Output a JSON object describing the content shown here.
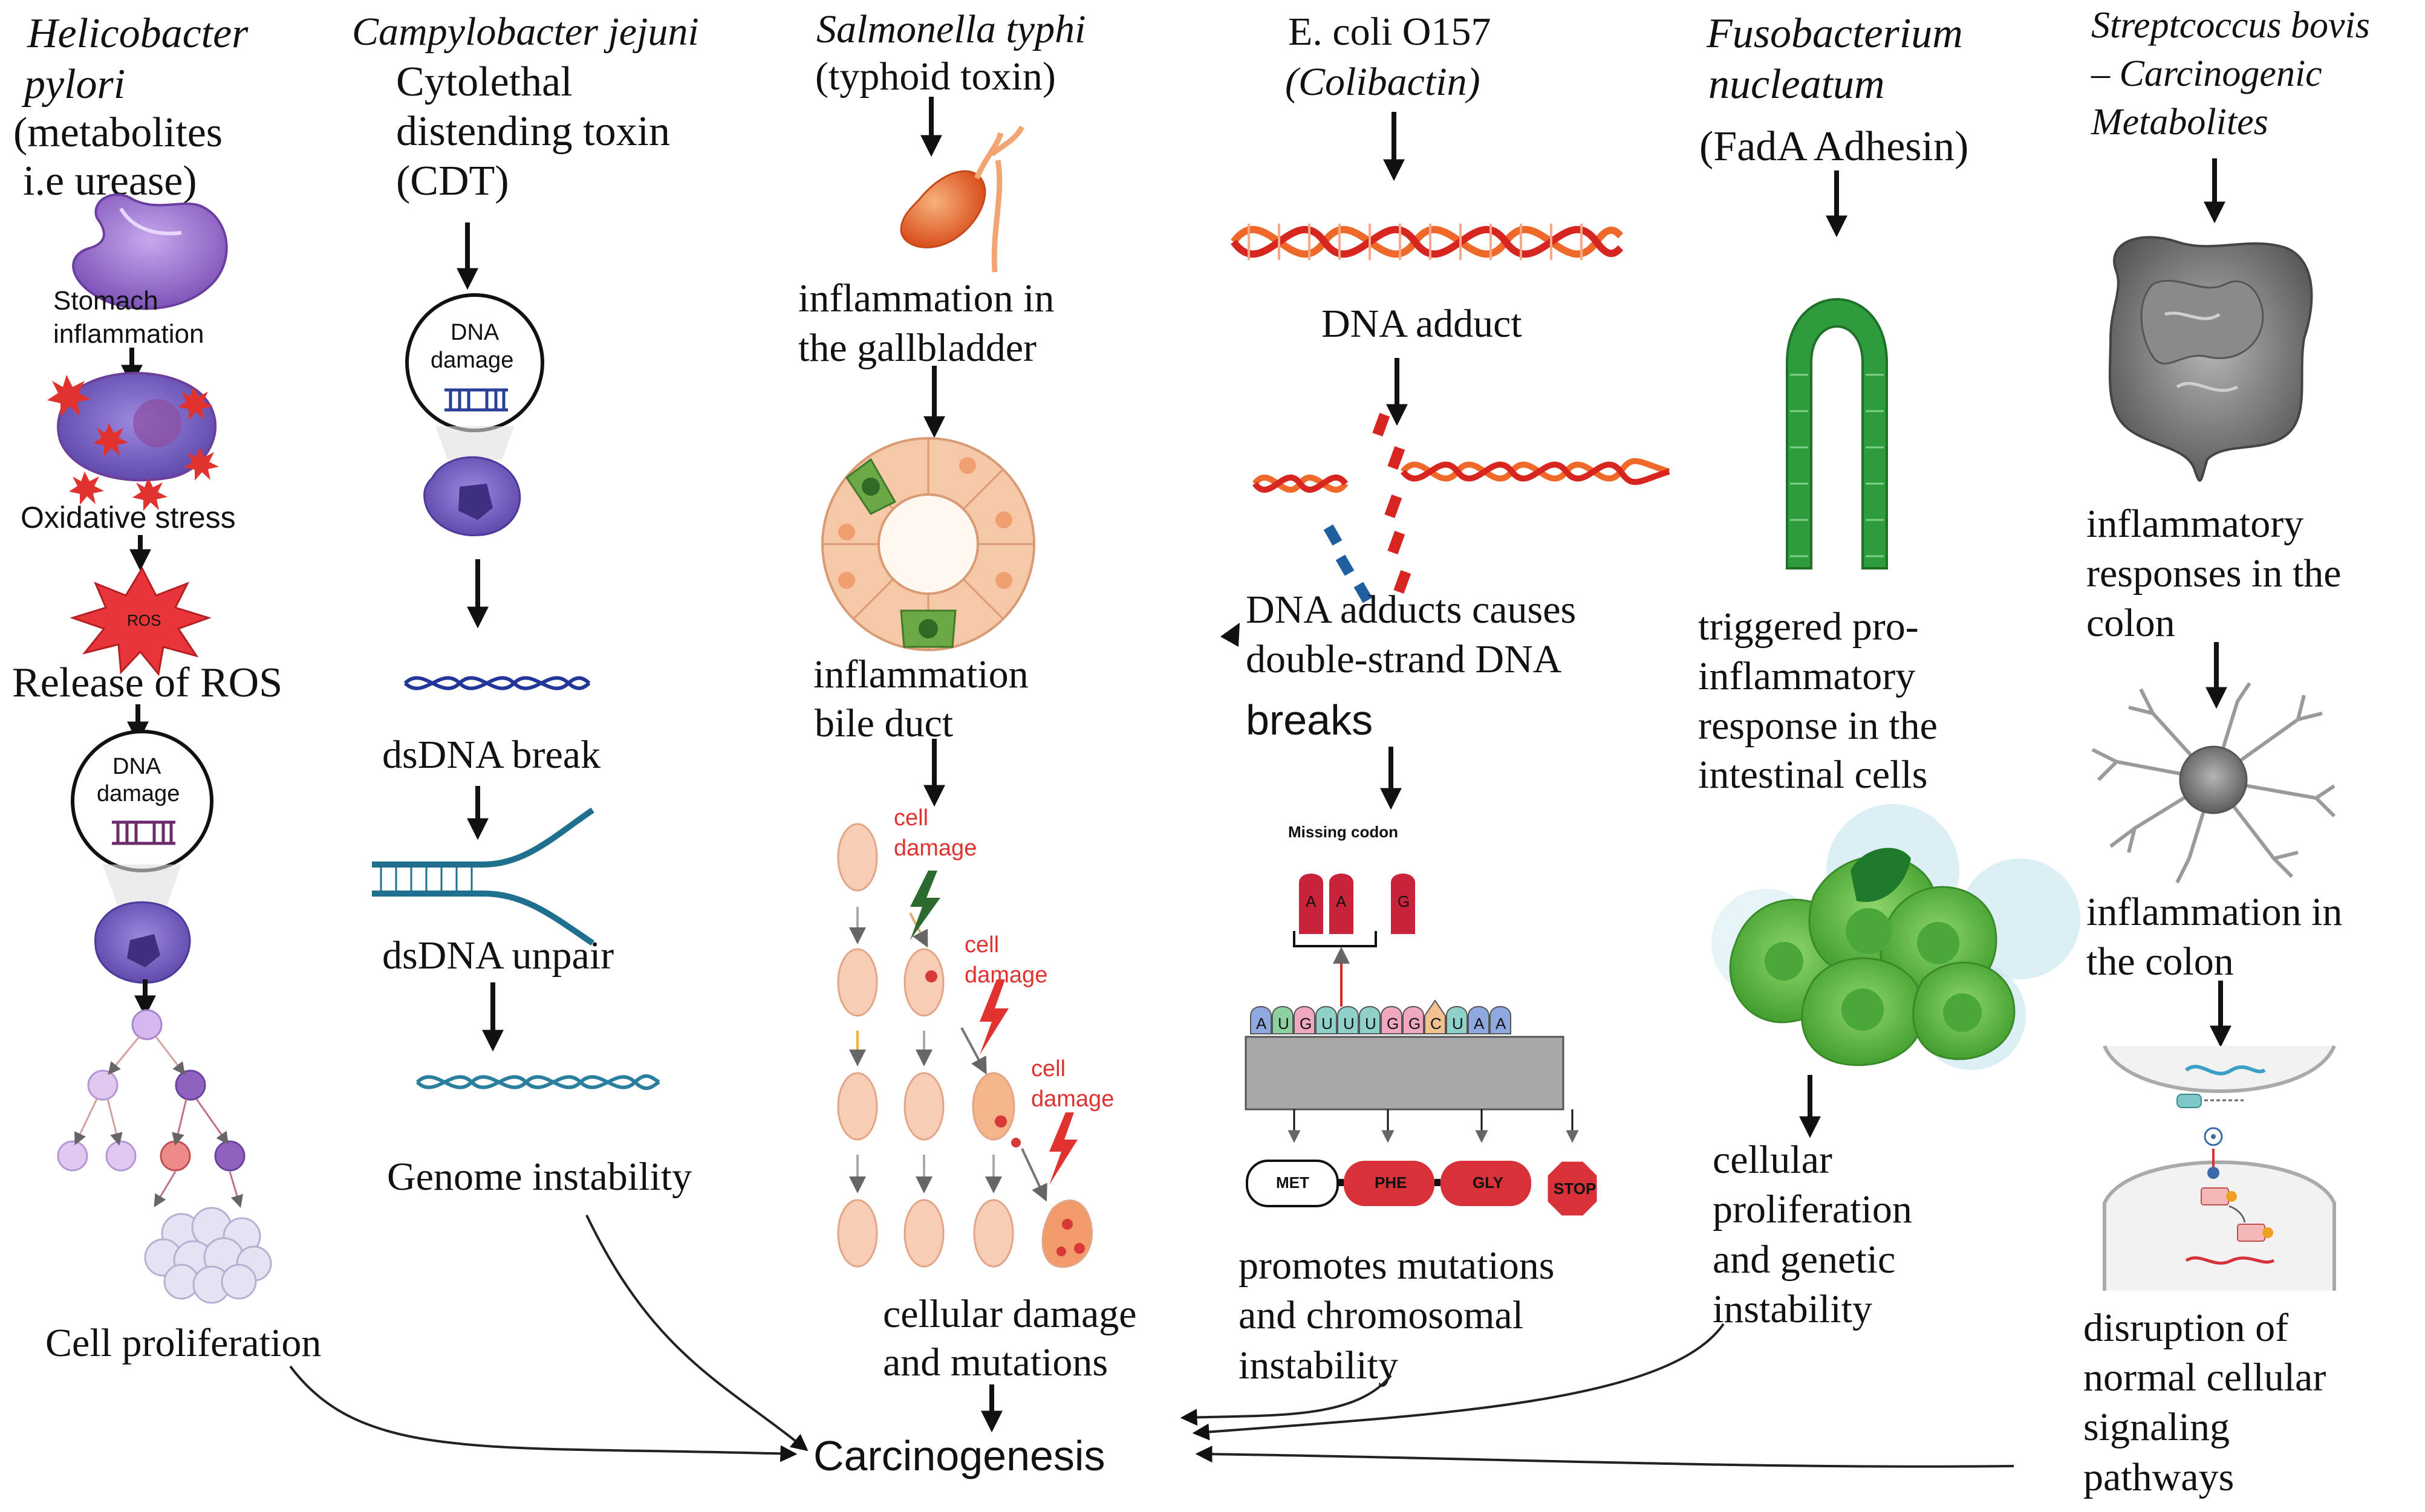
{
  "columns": [
    {
      "id": "hpylori",
      "organism_lines": [
        "Helicobacter",
        "pylori"
      ],
      "lines": [
        "(metabolites",
        "i.e urease)"
      ],
      "steps": [
        "Stomach",
        "inflammation",
        "Oxidative stress",
        "ROS",
        "Release of ROS",
        "DNA",
        "damage",
        "Cell proliferation"
      ]
    },
    {
      "id": "cjejuni",
      "organism_lines": [
        "Campylobacter jejuni"
      ],
      "lines": [
        "Cytolethal",
        "distending toxin",
        "(CDT)"
      ],
      "steps": [
        "DNA",
        "damage",
        "dsDNA break",
        "dsDNA unpair",
        "Genome instability"
      ]
    },
    {
      "id": "styphi",
      "organism_lines": [
        "Salmonella typhi"
      ],
      "lines": [
        "(typhoid toxin)"
      ],
      "steps": [
        "inflammation in",
        "the gallbladder",
        "inflammation",
        "bile duct",
        "cell",
        "damage",
        "cell",
        "damage",
        "cell",
        "damage",
        "cellular damage",
        "and mutations"
      ]
    },
    {
      "id": "ecoli",
      "organism_lines": [
        "E. coli O157",
        "(Colibactin)"
      ],
      "steps": [
        "DNA adduct",
        "DNA adducts  causes",
        "double-strand DNA",
        "breaks",
        "Missing codon",
        "promotes mutations",
        "and chromosomal",
        "instability"
      ],
      "codon_letters": [
        "A",
        "A",
        "G"
      ],
      "mrna": [
        "A",
        "U",
        "G",
        "U",
        "U",
        "U",
        "G",
        "G",
        "C",
        "U",
        "A",
        "A"
      ],
      "amino_acids": [
        "MET",
        "PHE",
        "GLY"
      ],
      "stop_sign": "STOP"
    },
    {
      "id": "fnucleatum",
      "organism_lines": [
        "Fusobacterium",
        "nucleatum"
      ],
      "lines": [
        "(FadA Adhesin)"
      ],
      "steps": [
        "triggered pro-",
        "inflammatory",
        "response in the",
        "intestinal cells",
        "cellular",
        "proliferation",
        "and genetic",
        "instability"
      ]
    },
    {
      "id": "sbovis",
      "organism_lines": [
        "Streptcoccus bovis",
        "– Carcinogenic",
        "Metabolites"
      ],
      "steps": [
        "inflammatory",
        "responses in the",
        "colon",
        "inflammation in",
        "the colon",
        "disruption of",
        "normal cellular",
        "signaling",
        "pathways"
      ]
    }
  ],
  "outcome": "Carcinogenesis",
  "colors": {
    "text": "#111111",
    "stomach": "#9b6fc8",
    "cell_purple": "#7b5cc0",
    "ros_red": "#e0322f",
    "dna_blue": "#1f3f9a",
    "dna_teal": "#2a7f9e",
    "gallbladder": "#e8693a",
    "dna_orange": "#ef6a2a",
    "villus_green": "#2e9b3c",
    "cell_green": "#6abf45",
    "gut_gray": "#7a7a7a"
  }
}
